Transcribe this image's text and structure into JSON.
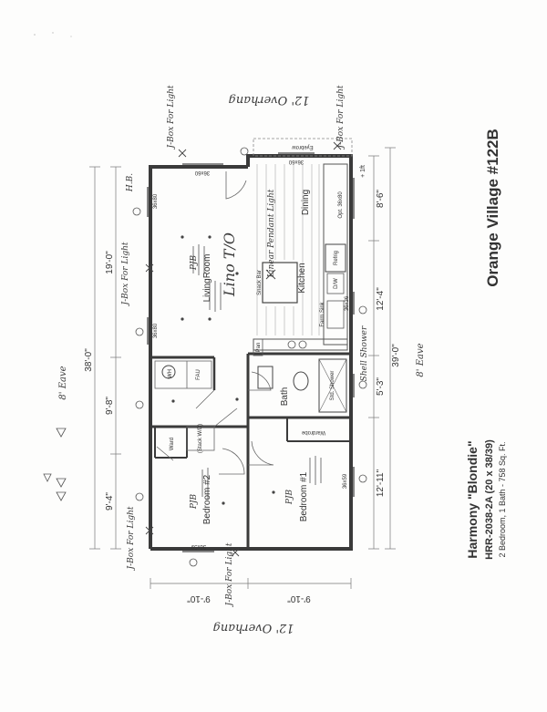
{
  "overhang_top": "12' Overhang",
  "overhang_bottom": "12' Overhang",
  "village_title": "Orange Village #122B",
  "model_title": "Harmony \"Blondie\"",
  "model_code": "HRR-2038-2A (20 x 38/39)",
  "model_specs": "2 Bedroom, 1 Bath - 758 Sq. Ft.",
  "rooms": {
    "living": "LivingRoom",
    "kitchen": "Kitchen",
    "dining": "Dining",
    "bath": "Bath",
    "bedroom1": "Bedroom #1",
    "bedroom2": "Bedroom #2",
    "snack_bar": "Snack Bar",
    "farm_sink": "Farm Sink",
    "refrig": "Refrig",
    "dw": "D/W",
    "pan": "Pan",
    "wh": "WH",
    "fau": "FAU",
    "stack_wd": "(Stack W/D)",
    "ward1": "Wardrobe",
    "ward2": "Ward",
    "eyebrow": "Eyebrow"
  },
  "windows": {
    "top_left": "36x60",
    "top_right": "36x60",
    "left_mid": "36x80",
    "living_lower": "36x80",
    "right_kitchen": "36x36",
    "right_bath": "Opt. 36x80",
    "bed1": "36x59",
    "bed2": "36x59",
    "bath_shower": "Std. Shower"
  },
  "dims": {
    "left_total": "38'-0\"",
    "left_a": "19'-0\"",
    "left_b": "9'-8\"",
    "left_c": "9'-4\"",
    "right_total": "39'-0\"",
    "right_a": "8'-6\"",
    "right_b": "12'-4\"",
    "right_c": "5'-3\"",
    "right_d": "12'-11\"",
    "right_ext": "+ 1ft",
    "bottom_a": "9'-10\"",
    "bottom_b": "9'-10\""
  },
  "notes": {
    "jbox_top_right": "J-Box For Light",
    "jbox_top_left": "J-Box For Light",
    "jbox_left_mid": "J-Box For Light",
    "jbox_left_low": "J-Box For Light",
    "jbox_bottom": "J-Box For Light",
    "hb": "H.B.",
    "pjb_living": "PJB",
    "pjb_bed1": "PJB",
    "pjb_bed2": "PJB",
    "lino": "Lino T/O",
    "linear_light": "Linear Pendant Light",
    "shelf_shower": "Shell Shower",
    "eave_left": "8' Eave",
    "eave_right": "8' Eave"
  }
}
